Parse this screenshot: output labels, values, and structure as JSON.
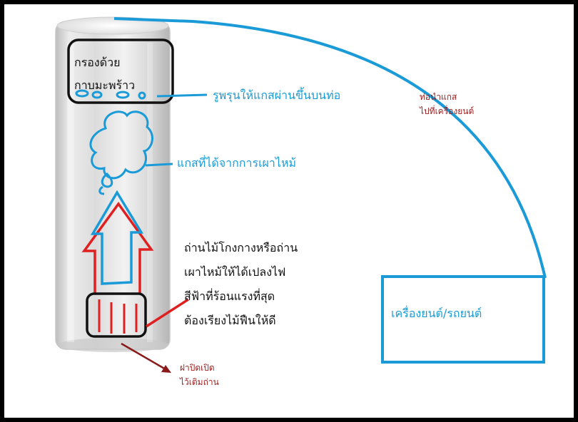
{
  "labels": {
    "filter": [
      "กรองด้วย",
      "กาบมะพร้าว"
    ],
    "holes": "รูพรุนให้แกสผ่านขึ้นบนท่อ",
    "gas": "แกสที่ได้จากการเผาไหม้",
    "fuel": [
      "ถ่านไม้โกงกางหรือถ่าน",
      "เผาไหม้ให้ได้เปลงไฟ",
      "สีฟ้าที่ร้อนแรงที่สุด",
      "ต้องเรียงไม้ฟืนให้ดี"
    ],
    "lid": [
      "ฝาปิดเปิด",
      "ไว้เติมถ่าน"
    ],
    "pipe": [
      "ท่อนำแกส",
      "ไปที่เครื่องยนต์"
    ],
    "engine": "เครื่องยนต์/รถยนต์"
  },
  "colors": {
    "blue": "#1a9bd7",
    "red": "#e02020",
    "dark_red": "#8b1a1a",
    "outline": "#111111"
  }
}
